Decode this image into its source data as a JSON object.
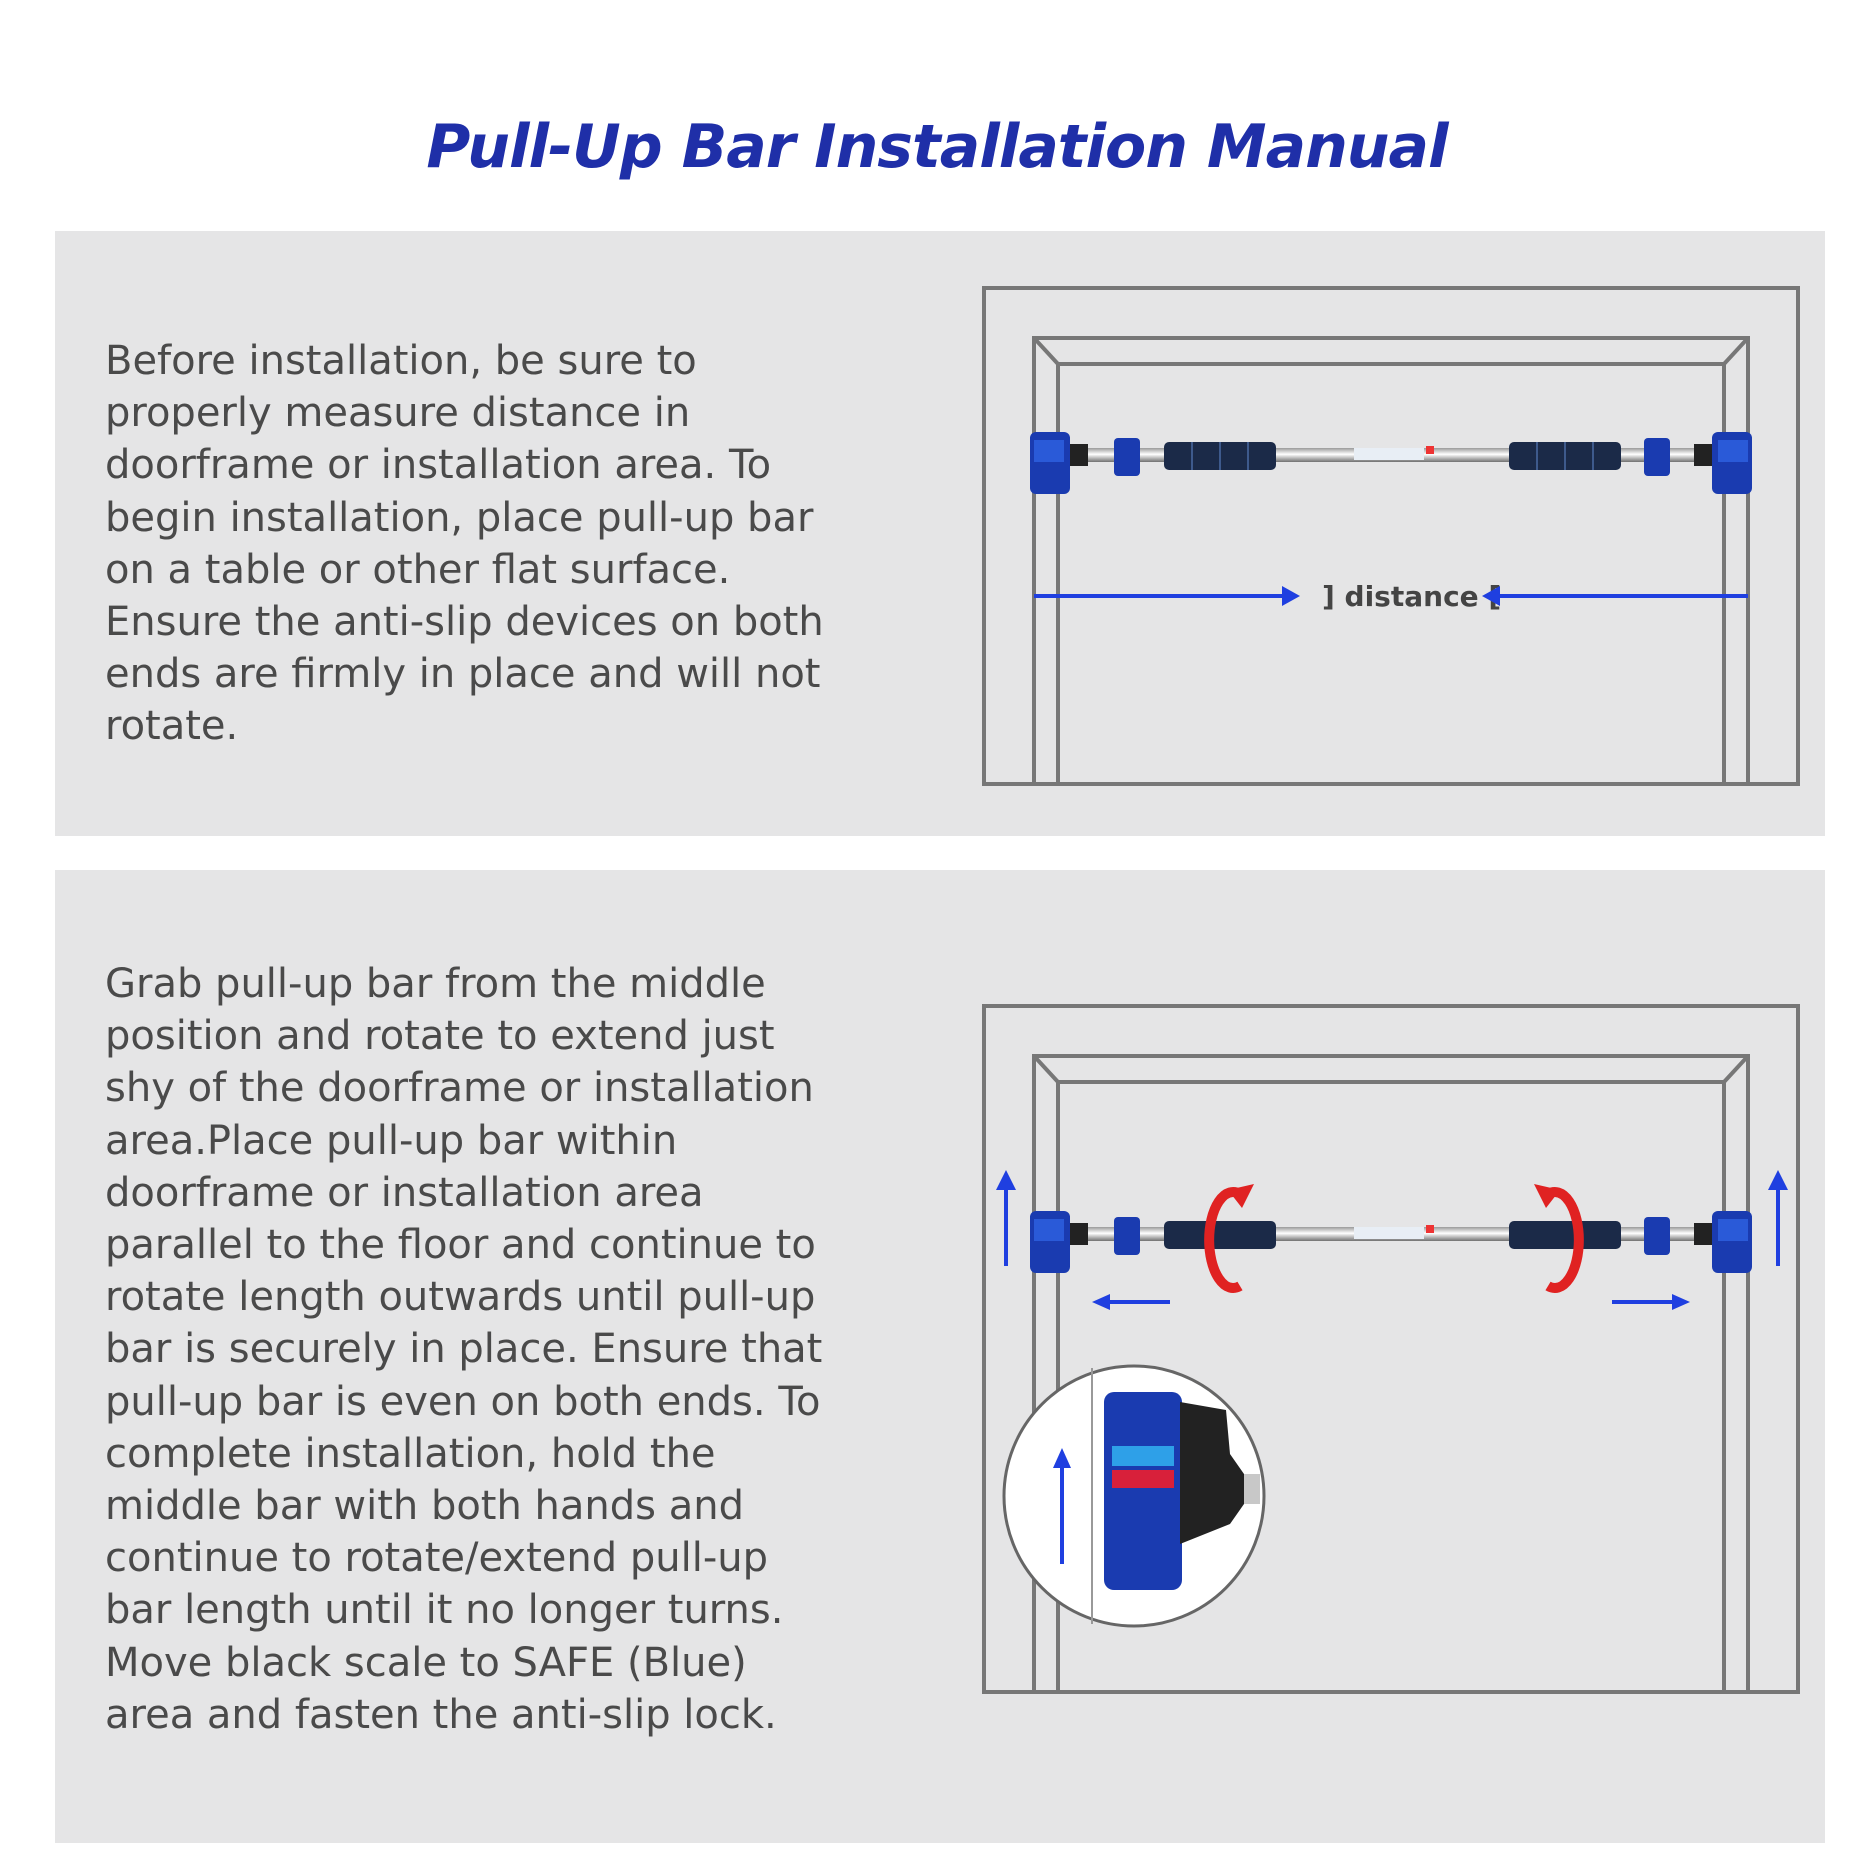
{
  "title": "Pull-Up Bar Installation Manual",
  "steps": [
    {
      "text": "Before installation, be sure to\nproperly measure distance in\ndoorframe or installation area. To\nbegin installation, place pull-up bar\non a table or other flat surface.\nEnsure the anti-slip devices on both\nends are firmly in place and will not\nrotate.",
      "diagram_label": "] distance ["
    },
    {
      "text": "Grab pull-up bar from the middle\nposition and rotate to extend just\nshy of the doorframe or installation\narea.Place pull-up bar within\ndoorframe or installation area\nparallel to the floor and continue to\nrotate length outwards until pull-up\nbar is securely in place. Ensure that\npull-up bar is even on both ends. To\ncomplete installation, hold the\nmiddle bar with both hands and\ncontinue to rotate/extend pull-up\nbar length until it no longer turns.\nMove black scale to SAFE (Blue)\narea and fasten the anti-slip lock."
    }
  ],
  "colors": {
    "title": "#1f2fa8",
    "panel_bg": "#e5e5e6",
    "arrow_blue": "#1f3fe0",
    "rotate_red": "#e02222",
    "frame_gray": "#777777",
    "grip": "#1b2a48",
    "end_cap": "#1a3bb0"
  },
  "icons": [
    "measure-arrow-right-icon",
    "measure-arrow-left-icon",
    "rotate-arrow-icon",
    "up-arrow-icon",
    "extend-arrow-icon",
    "zoom-detail-icon"
  ]
}
